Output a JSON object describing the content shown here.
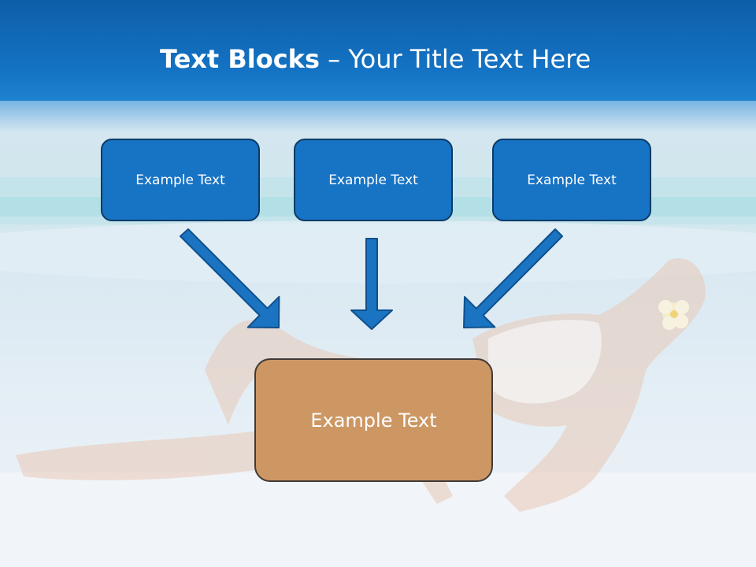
{
  "title": {
    "strong": "Text Blocks",
    "separator": " – ",
    "rest": "Your Title Text Here"
  },
  "blocks": [
    {
      "label": "Example Text"
    },
    {
      "label": "Example Text"
    },
    {
      "label": "Example Text"
    }
  ],
  "target": {
    "label": "Example Text"
  },
  "colors": {
    "header": "#1473c4",
    "block_fill": "#1773c4",
    "block_border": "#0c3a66",
    "target_fill": "#cd9764",
    "target_border": "#3f3a36",
    "arrow_fill": "#1a74c2",
    "arrow_stroke": "#0f4f8c"
  }
}
